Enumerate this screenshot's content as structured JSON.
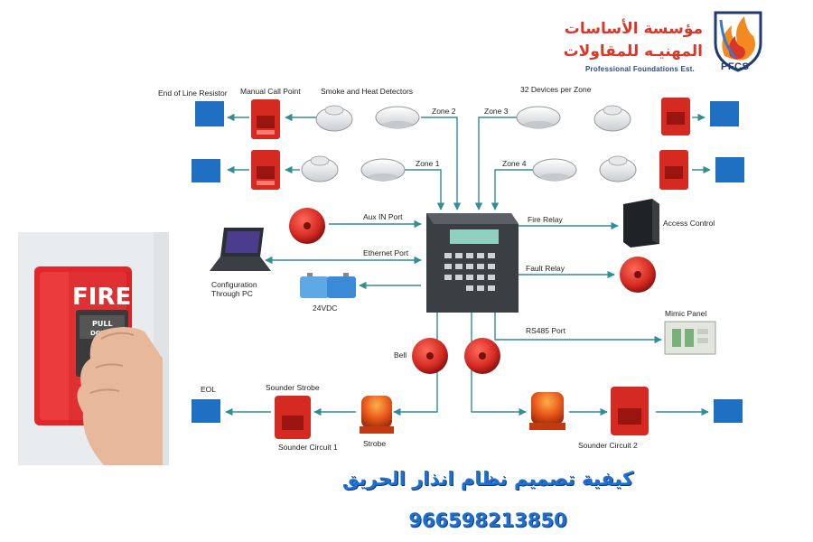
{
  "brand": {
    "name_ar_line1": "مؤسسة الأساسات",
    "name_ar_line2": "المهنيـه للمقاولات",
    "name_en": "Professional Foundations Est.",
    "abbr": "PFCS",
    "colors": {
      "red": "#d8372a",
      "blue": "#2a4a8c",
      "flame_orange": "#f28a1e"
    }
  },
  "photo": {
    "panel_text": "FIRE",
    "handle_text_1": "PULL",
    "handle_text_2": "DOWN"
  },
  "diagram": {
    "labels": {
      "end_of_line_resistor": "End of Line Resistor",
      "manual_call_point": "Manual Call Point",
      "smoke_heat": "Smoke and Heat Detectors",
      "devices_per_zone": "32 Devices per Zone",
      "zone1": "Zone 1",
      "zone2": "Zone 2",
      "zone3": "Zone 3",
      "zone4": "Zone 4",
      "aux_in": "Aux IN Port",
      "ethernet": "Ethernet Port",
      "config_1": "Configuration",
      "config_2": "Through PC",
      "psu": "24VDC",
      "fire_relay": "Fire Relay",
      "access_control": "Access Control",
      "fault_relay": "Fault Relay",
      "rs485": "RS485 Port",
      "mimic_panel": "Mimic Panel",
      "bell": "Bell",
      "eol": "EOL",
      "sounder_strobe": "Sounder Strobe",
      "sounder_circuit_1": "Sounder Circuit 1",
      "strobe": "Strobe",
      "sounder_circuit_2": "Sounder Circuit 2"
    },
    "colors": {
      "line": "#2f8f95",
      "eol_box": "#1f6fc2",
      "device_red": "#d42a22",
      "panel": "#3a3f44"
    }
  },
  "footer": {
    "title_ar": "كيفية تصميم نظام انذار الحريق",
    "phone": "966598213850"
  }
}
